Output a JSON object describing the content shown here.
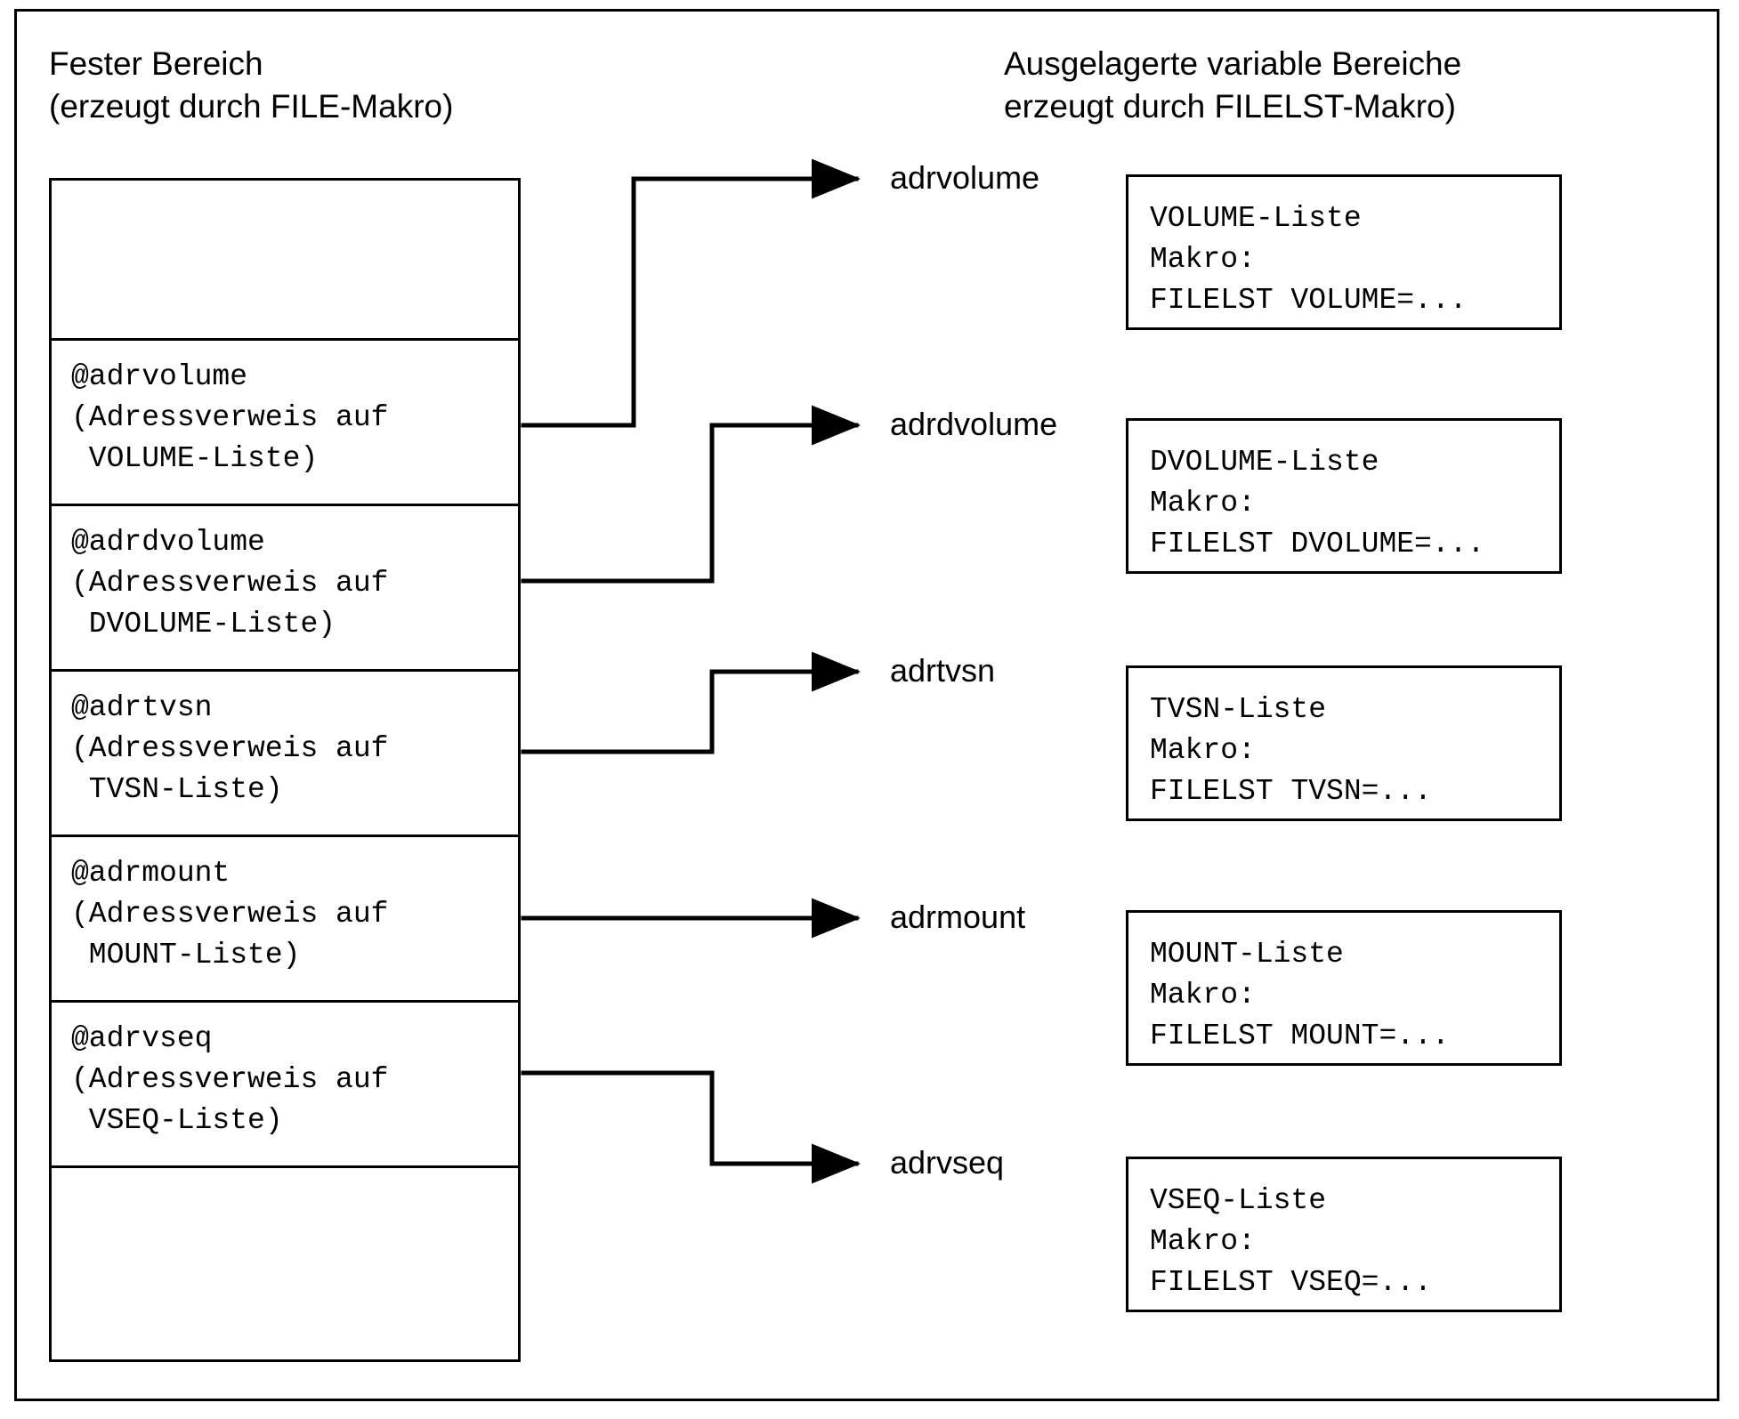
{
  "headings": {
    "left": "Fester Bereich\n(erzeugt durch FILE-Makro)",
    "right": "Ausgelagerte variable Bereiche\nerzeugt durch FILELST-Makro)"
  },
  "fixed_area": {
    "rows": [
      {
        "name": "empty-top",
        "text": ""
      },
      {
        "name": "adrvolume",
        "text": "@adrvolume\n(Adressverweis auf\n VOLUME-Liste)"
      },
      {
        "name": "adrdvolume",
        "text": "@adrdvolume\n(Adressverweis auf\n DVOLUME-Liste)"
      },
      {
        "name": "adrtvsn",
        "text": "@adrtvsn\n(Adressverweis auf\n TVSN-Liste)"
      },
      {
        "name": "adrmount",
        "text": "@adrmount\n(Adressverweis auf\n MOUNT-Liste)"
      },
      {
        "name": "adrvseq",
        "text": "@adrvseq\n(Adressverweis auf\n VSEQ-Liste)"
      },
      {
        "name": "empty-bottom",
        "text": ""
      }
    ]
  },
  "targets": [
    {
      "name": "adrvolume",
      "label": "adrvolume"
    },
    {
      "name": "adrdvolume",
      "label": "adrdvolume"
    },
    {
      "name": "adrtvsn",
      "label": "adrtvsn"
    },
    {
      "name": "adrmount",
      "label": "adrmount"
    },
    {
      "name": "adrvseq",
      "label": "adrvseq"
    }
  ],
  "list_boxes": [
    {
      "name": "volume-list",
      "text": "VOLUME-Liste\nMakro:\nFILELST VOLUME=..."
    },
    {
      "name": "dvolume-list",
      "text": "DVOLUME-Liste\nMakro:\nFILELST DVOLUME=..."
    },
    {
      "name": "tvsn-list",
      "text": "TVSN-Liste\nMakro:\nFILELST TVSN=..."
    },
    {
      "name": "mount-list",
      "text": "MOUNT-Liste\nMakro:\nFILELST MOUNT=..."
    },
    {
      "name": "vseq-list",
      "text": "VSEQ-Liste\nMakro:\nFILELST VSEQ=..."
    }
  ],
  "colors": {
    "line": "#000000",
    "background": "#ffffff",
    "text": "#000000"
  }
}
